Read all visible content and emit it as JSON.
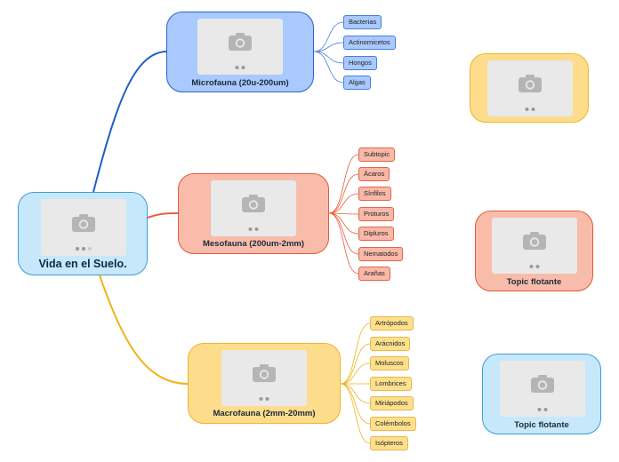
{
  "central": {
    "label": "Vida en el Suelo."
  },
  "branches": {
    "microfauna": {
      "label": "Microfauna (20u-200um)",
      "children": [
        "Bacterias",
        "Actinomicetos",
        "Hongos",
        "Algas"
      ]
    },
    "mesofauna": {
      "label": "Mesofauna (200um-2mm)",
      "children": [
        "Subtopic",
        "Ácaros",
        "Sínfilos",
        "Proturos",
        "Dipluros",
        "Nematodos",
        "Arañas"
      ]
    },
    "macrofauna": {
      "label": "Macrofauna (2mm-20mm)",
      "children": [
        "Artrópodos",
        "Arácnidos",
        "Moluscos",
        "Lombrices",
        "Miriápodos",
        "Colémbolos",
        "Isópteros"
      ]
    }
  },
  "floating": [
    {
      "label": ""
    },
    {
      "label": "Topic flotante"
    },
    {
      "label": "Topic flotante"
    }
  ],
  "colors": {
    "central_fill": "#c7e8fb",
    "central_border": "#3a9ed8",
    "micro_fill": "#a9c9ff",
    "micro_border": "#2a62c9",
    "micro_line": "#1f5fc2",
    "meso_fill": "#f9bcab",
    "meso_border": "#e05a3a",
    "meso_line": "#e8603e",
    "macro_fill": "#fddc8c",
    "macro_border": "#f0b428",
    "macro_line": "#f2b21c",
    "float_yellow_fill": "#fddc8c",
    "float_yellow_border": "#f0b428",
    "float_red_fill": "#f9bcab",
    "float_red_border": "#e05a3a",
    "float_blue_fill": "#c7e8fb",
    "float_blue_border": "#3a9ed8"
  },
  "icons": [
    "camera-icon"
  ]
}
